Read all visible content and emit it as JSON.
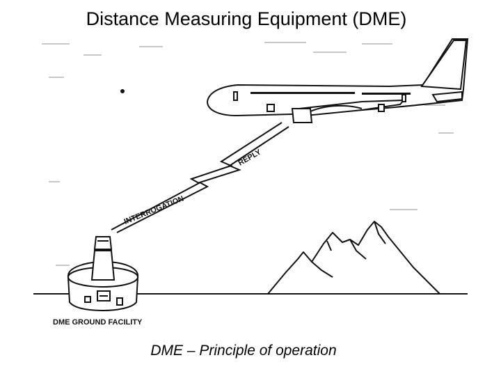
{
  "title": "Distance Measuring Equipment (DME)",
  "caption": "DME – Principle of operation",
  "labels": {
    "reply": "REPLY",
    "interrogation": "INTERROGATION",
    "ground_facility": "DME GROUND FACILITY"
  },
  "colors": {
    "ink": "#111111",
    "paper": "#ffffff"
  }
}
